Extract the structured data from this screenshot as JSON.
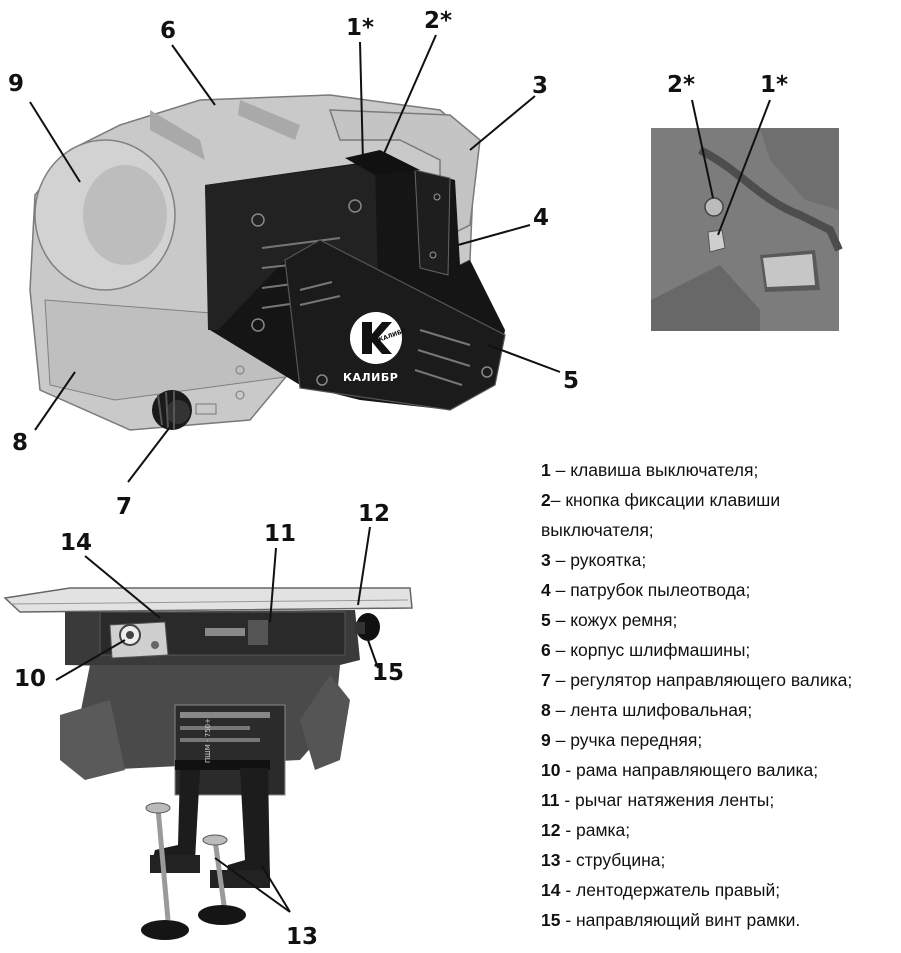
{
  "callouts": {
    "c9": "9",
    "c6": "6",
    "c1s": "1*",
    "c2s": "2*",
    "c3": "3",
    "c4": "4",
    "c5": "5",
    "c8": "8",
    "c7": "7",
    "inset_2s": "2*",
    "inset_1s": "1*",
    "c14": "14",
    "c11": "11",
    "c12": "12",
    "c10": "10",
    "c15": "15",
    "c13": "13"
  },
  "logo": {
    "wordmark": "КАЛИБР",
    "badge": "КАЛИБР"
  },
  "device_label": {
    "model": "ПШМ - 750+"
  },
  "legend": [
    {
      "num": "1",
      "text": " – клавиша выключателя;"
    },
    {
      "num": "2",
      "text": "– кнопка фиксации клавиши"
    },
    {
      "num": "",
      "text": "выключателя;"
    },
    {
      "num": "3",
      "text": " – рукоятка;"
    },
    {
      "num": "4",
      "text": " – патрубок пылеотвода;"
    },
    {
      "num": "5",
      "text": " – кожух ремня;"
    },
    {
      "num": "6",
      "text": " – корпус шлифмашины;"
    },
    {
      "num": "7",
      "text": " – регулятор направляющего валика;"
    },
    {
      "num": "8",
      "text": " – лента шлифовальная;"
    },
    {
      "num": "9",
      "text": " – ручка передняя;"
    },
    {
      "num": "10",
      "text": " - рама направляющего валика;"
    },
    {
      "num": "11",
      "text": " - рычаг натяжения ленты;"
    },
    {
      "num": "12",
      "text": " - рамка;"
    },
    {
      "num": "13",
      "text": " - струбцина;"
    },
    {
      "num": "14",
      "text": " - лентодержатель правый;"
    },
    {
      "num": "15",
      "text": " - направляющий винт рамки."
    }
  ]
}
